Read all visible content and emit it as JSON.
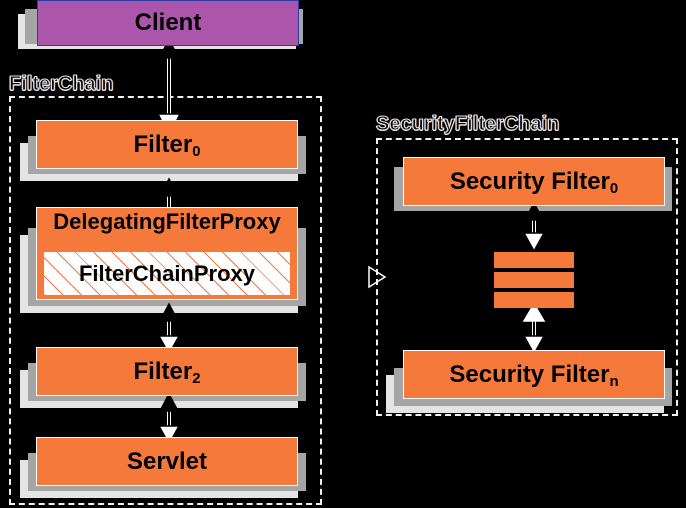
{
  "diagram": {
    "title_text_visible": false,
    "background_color": "#000000",
    "accent_color": "#f4793b",
    "client_color": "#ab56ab",
    "shadow_dark": "#a5a5a5",
    "shadow_light": "#e4e4e4"
  },
  "groups": [
    {
      "id": "filter-chain",
      "label": "FilterChain"
    },
    {
      "id": "security-filter-chain",
      "label": "SecurityFilterChain"
    }
  ],
  "nodes": {
    "client": {
      "label": "Client",
      "sub": ""
    },
    "filter0": {
      "label": "Filter",
      "sub": "0"
    },
    "delegating_filter_proxy": {
      "label": "DelegatingFilterProxy",
      "sub": ""
    },
    "filter_chain_proxy": {
      "label": "FilterChainProxy",
      "sub": ""
    },
    "filter2": {
      "label": "Filter",
      "sub": "2"
    },
    "servlet": {
      "label": "Servlet",
      "sub": ""
    },
    "security_filter0": {
      "label": "Security Filter",
      "sub": "0"
    },
    "security_filter_n": {
      "label": "Security Filter",
      "sub": "n"
    }
  },
  "ellipsis_bars": {
    "count": 3,
    "color": "#f4793b"
  },
  "connectors": [
    {
      "id": "client-to-filter0",
      "from": "filter0",
      "to": "client",
      "style": "double-arrow"
    },
    {
      "id": "filter0-to-delegatingfilterproxy",
      "from": "delegating_filter_proxy",
      "to": "filter0",
      "style": "double-arrow"
    },
    {
      "id": "filterchainproxy-to-filter2",
      "from": "filter2",
      "to": "filter_chain_proxy",
      "style": "double-arrow"
    },
    {
      "id": "filter2-to-servlet",
      "from": "servlet",
      "to": "filter2",
      "style": "double-arrow"
    },
    {
      "id": "securityfilter0-to-ellipsis",
      "from": "ellipsis",
      "to": "security_filter0",
      "style": "double-arrow"
    },
    {
      "id": "ellipsis-to-securityfiltern",
      "from": "security_filter_n",
      "to": "ellipsis",
      "style": "double-arrow"
    },
    {
      "id": "filterchainproxy-to-securitychain",
      "from": "filter_chain_proxy",
      "to": "security-filter-chain",
      "style": "open-arrow"
    }
  ]
}
